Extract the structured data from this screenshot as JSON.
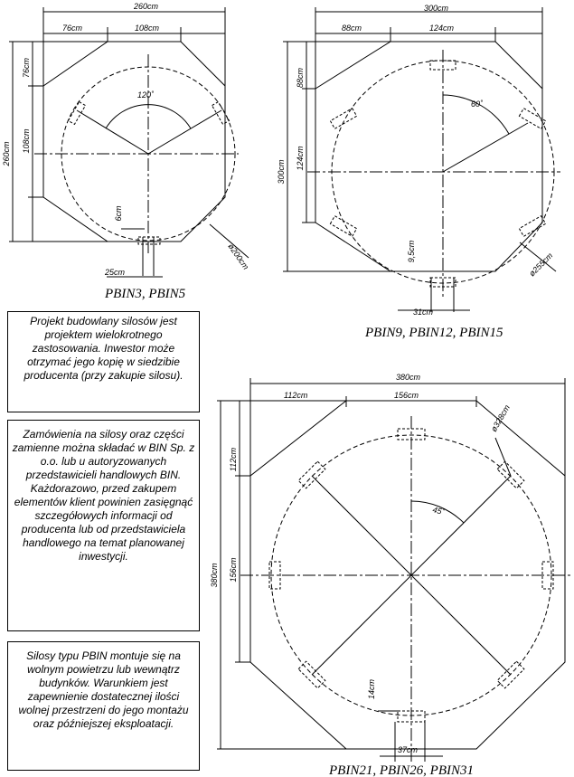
{
  "diagrams": [
    {
      "caption": "PBIN3, PBIN5",
      "labels": {
        "total_w": "260cm",
        "edge_w": "76cm",
        "mid_w": "108cm",
        "total_h": "260cm",
        "edge_h": "76cm",
        "mid_h": "108cm",
        "angle": "120˚",
        "gap": "6cm",
        "foot": "25cm",
        "diameter": "ø200cm"
      }
    },
    {
      "caption": "PBIN9, PBIN12, PBIN15",
      "labels": {
        "total_w": "300cm",
        "edge_w": "88cm",
        "mid_w": "124cm",
        "total_h": "300cm",
        "edge_h": "88cm",
        "mid_h": "124cm",
        "angle": "60˚",
        "gap": "9,5cm",
        "foot": "31cm",
        "diameter": "ø255cm"
      }
    },
    {
      "caption": "PBIN21, PBIN26, PBIN31",
      "labels": {
        "total_w": "380cm",
        "edge_w": "112cm",
        "mid_w": "156cm",
        "total_h": "380cm",
        "edge_h": "112cm",
        "mid_h": "156cm",
        "angle": "45˚",
        "gap": "14cm",
        "foot": "37cm",
        "diameter": "ø328cm"
      }
    }
  ],
  "notes": [
    "Projekt budowlany silosów jest projektem wielokrotnego zastosowania. Inwestor może otrzymać jego kopię w siedzibie producenta (przy zakupie silosu).",
    "Zamówienia na silosy oraz części zamienne można składać w BIN Sp. z o.o. lub u autoryzowanych przedstawicieli handlowych BIN. Każdorazowo, przed zakupem elementów klient powinien zasięgnąć szczegółowych informacji od producenta lub od przedstawiciela handlowego na temat planowanej inwestycji.",
    "Silosy typu PBIN montuje się na wolnym powietrzu lub wewnątrz budynków. Warunkiem jest zapewnienie dostatecznej ilości wolnej przestrzeni do jego montażu oraz późniejszej eksploatacji."
  ]
}
